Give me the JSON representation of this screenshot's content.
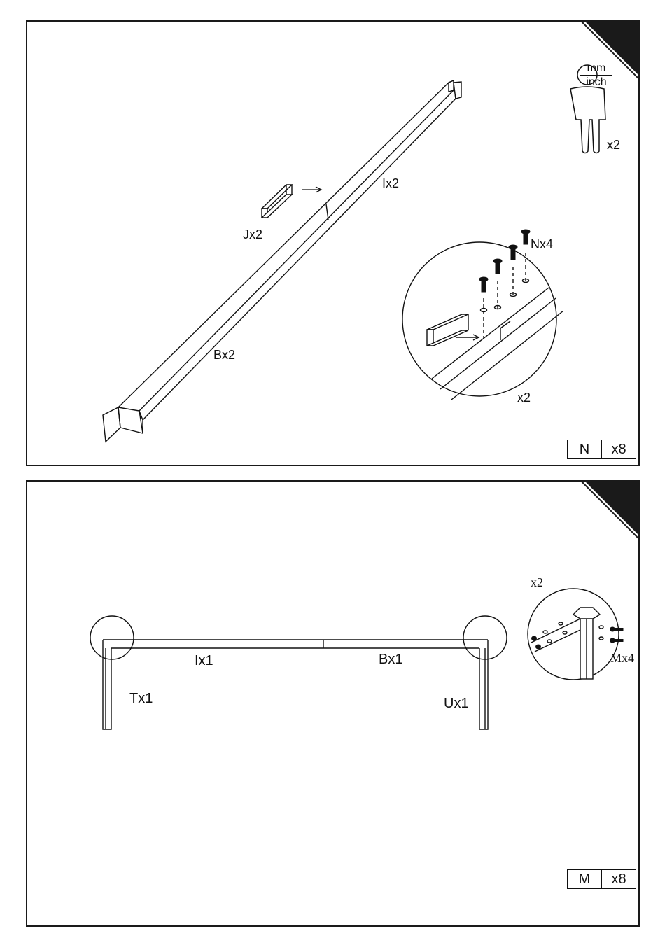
{
  "panels": [
    {
      "labels": {
        "beam_i": "Ix2",
        "bracket_j": "Jx2",
        "beam_b": "Bx2",
        "screw_n": "Nx4",
        "detail_repeat": "x2",
        "persons": "x2"
      },
      "units": {
        "top": "mm",
        "bottom": "inch"
      },
      "count_box": {
        "letter": "N",
        "qty": "x8"
      }
    },
    {
      "labels": {
        "beam_i": "Ix1",
        "beam_b": "Bx1",
        "post_t": "Tx1",
        "post_u": "Ux1",
        "detail_repeat": "x2",
        "screw_m": "Mx4"
      },
      "count_box": {
        "letter": "M",
        "qty": "x8"
      }
    }
  ],
  "icons": [
    "person-icon",
    "corner-tab-icon",
    "screw-icon",
    "bracket-icon",
    "arrow-icon"
  ]
}
